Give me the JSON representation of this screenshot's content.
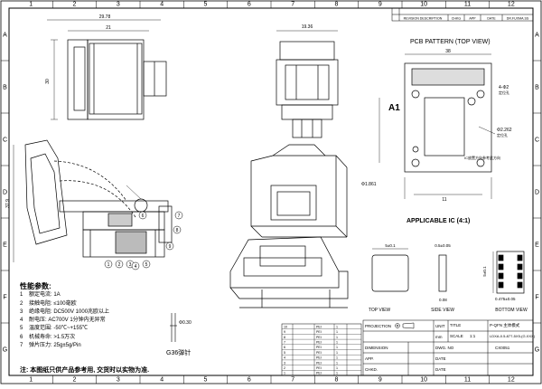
{
  "grid": {
    "columns": [
      "1",
      "2",
      "3",
      "4",
      "5",
      "6",
      "7",
      "8",
      "9",
      "10",
      "11",
      "12"
    ],
    "rows": [
      "A",
      "B",
      "C",
      "D",
      "E",
      "F",
      "G"
    ]
  },
  "revision_header": {
    "columns": [
      "REVISION DESCRIPTION",
      "CHKG",
      "APP",
      "DATE",
      "DR.FUXMA.SS"
    ]
  },
  "pcb_pattern_title": "PCB PATTERN (TOP VIEW)",
  "applicable_ic_title": "APPLICABLE IC (4:1)",
  "label_A1": "A1",
  "top_view_dims": {
    "overall": "29.78",
    "inner": "21",
    "height": "30"
  },
  "side_view_dims": {
    "width": "19.36"
  },
  "section_dims": {
    "height": "37.9"
  },
  "pcb_dims": {
    "width": "38",
    "hole_spacing": "4-Φ2",
    "pin_hole": "Φ2.262",
    "pin_dia": "Φ1.861",
    "pitch": "11",
    "notes": [
      "定位孔",
      "定位孔",
      "IC放置方向参考此方向"
    ]
  },
  "section_callouts": [
    "1",
    "2",
    "3",
    "4",
    "5",
    "6",
    "7",
    "8",
    "9"
  ],
  "ic_view_labels": [
    "TOP VIEW",
    "SIDE VIEW",
    "BOTTOM VIEW"
  ],
  "ic_dims": [
    "5±0.1",
    "0.5±0.05",
    "5±0.1",
    "0.475±0.05",
    "0.08"
  ],
  "pin_detail": {
    "title": "G36弹针",
    "dim": "Φ0.30"
  },
  "parameters": {
    "title": "性能参数:",
    "rows": [
      "额定电流: 1A",
      "接触电阻: ≤100毫欧",
      "绝缘电阻: DC500V 1000兆欧以上",
      "耐电压: AC700V 1分钟内无异常",
      "温度范围: -50℃~+155℃",
      "机械寿命: >1.5万次",
      "弹片压力: 25g±5g/Pin"
    ],
    "note": "注: 本图纸只供产品参考用, 交货时以实物为准."
  },
  "bom": {
    "rows": [
      [
        "10",
        "",
        "PEI",
        "1",
        ""
      ],
      [
        "9",
        "",
        "PEI",
        "1",
        ""
      ],
      [
        "8",
        "",
        "PEI",
        "1",
        ""
      ],
      [
        "7",
        "",
        "PEI",
        "1",
        ""
      ],
      [
        "6",
        "",
        "PEI",
        "1",
        ""
      ],
      [
        "5",
        "",
        "PEI",
        "1",
        ""
      ],
      [
        "4",
        "",
        "PEI",
        "1",
        ""
      ],
      [
        "3",
        "",
        "PEI",
        "1",
        ""
      ],
      [
        "2",
        "",
        "PEI",
        "1",
        ""
      ],
      [
        "1",
        "",
        "PEI",
        "1",
        ""
      ]
    ]
  },
  "title_block": {
    "projection_label": "PROJECTION",
    "title_label": "TITLE",
    "title_value": "P-QFN 主体模式",
    "unit_label": "UNIT",
    "unit_value": "mm",
    "scale_label": "SCALE",
    "scale_value": "1:1",
    "dimension_label": "DIMENSION",
    "code_value": "LDXA-0.5-877-5X5-(G.XXX)",
    "dwg_label": "DWG. NO",
    "dwg_value": "CX0051",
    "app_label": "APP.",
    "chkd_label": "CHKD.",
    "dr_label": "DR.",
    "date_label": "DATE"
  }
}
